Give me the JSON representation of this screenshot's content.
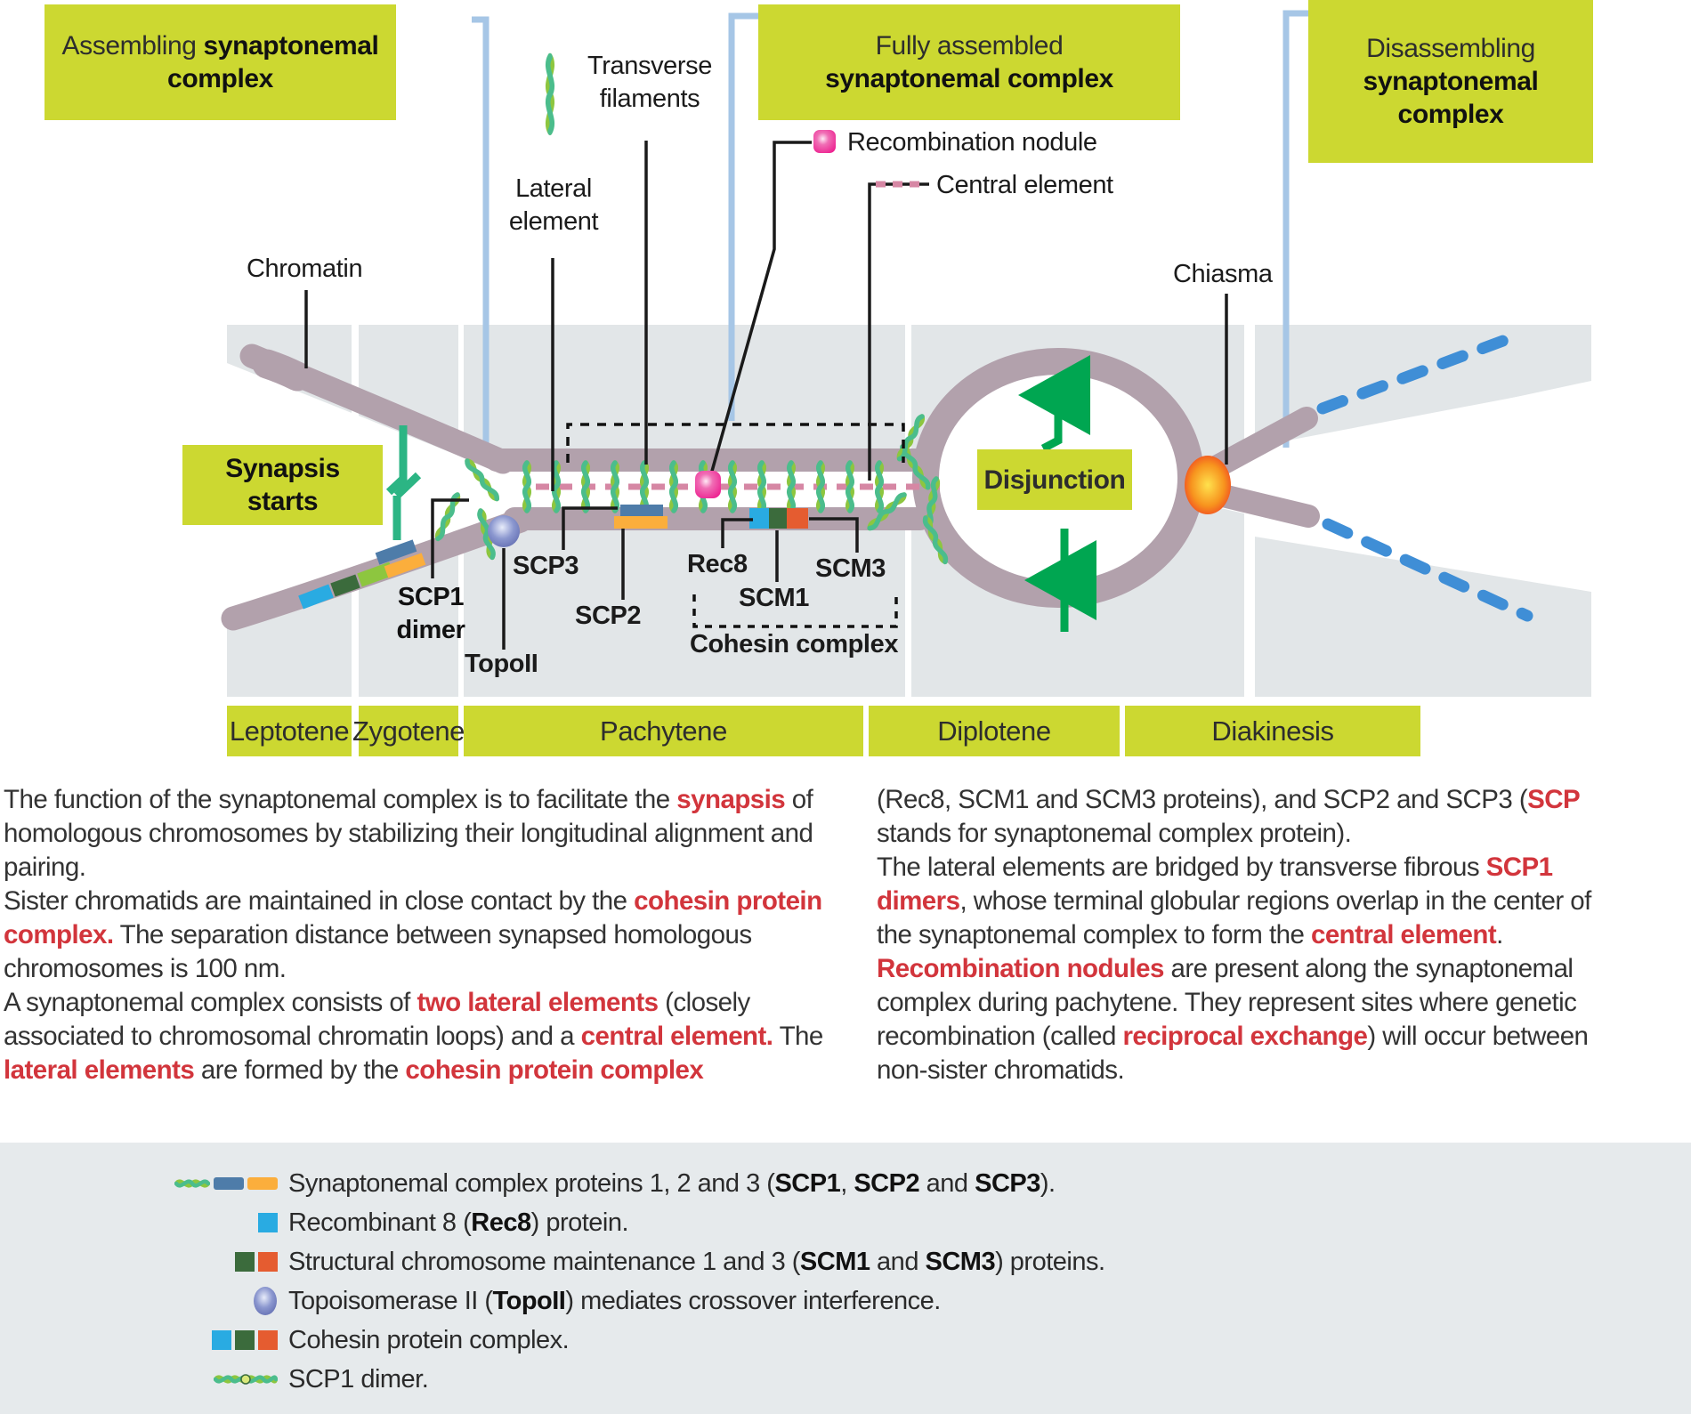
{
  "header_boxes": {
    "assembling": {
      "segments": [
        {
          "t": "Assembling "
        },
        {
          "t": "synaptonemal",
          "bold": true
        },
        {
          "br": true
        },
        {
          "t": "complex",
          "bold": true
        }
      ]
    },
    "fully_assembled": {
      "segments": [
        {
          "t": "Fully assembled"
        },
        {
          "br": true
        },
        {
          "t": "synaptonemal complex",
          "bold": true
        }
      ]
    },
    "disassembling": {
      "segments": [
        {
          "t": "Disassembling"
        },
        {
          "br": true
        },
        {
          "t": "synaptonemal",
          "bold": true
        },
        {
          "br": true
        },
        {
          "t": "complex",
          "bold": true
        }
      ]
    }
  },
  "diagram_labels": {
    "chromatin": "Chromatin",
    "transverse_filaments": {
      "segments": [
        {
          "t": "Transverse"
        },
        {
          "br": true
        },
        {
          "t": "filaments"
        }
      ]
    },
    "lateral_element": {
      "segments": [
        {
          "t": "Lateral"
        },
        {
          "br": true
        },
        {
          "t": "element"
        }
      ]
    },
    "recombination_nodule": "Recombination nodule",
    "central_element": "Central element",
    "chiasma": "Chiasma",
    "synapsis_starts": {
      "segments": [
        {
          "t": "Synapsis",
          "bold": true
        },
        {
          "br": true
        },
        {
          "t": "starts",
          "bold": true
        }
      ]
    },
    "disjunction": "Disjunction",
    "scp1_dimer": {
      "segments": [
        {
          "t": "SCP1",
          "bold": true
        },
        {
          "br": true
        },
        {
          "t": "dimer",
          "bold": true
        }
      ]
    },
    "topoii": "TopoII",
    "scp3": "SCP3",
    "scp2": "SCP2",
    "rec8": "Rec8",
    "scm1": "SCM1",
    "scm3": "SCM3",
    "cohesin_complex": "Cohesin complex"
  },
  "stages": [
    {
      "label": "Leptotene"
    },
    {
      "label": "Zygotene"
    },
    {
      "label": "Pachytene"
    },
    {
      "label": "Diplotene"
    },
    {
      "label": "Diakinesis"
    }
  ],
  "body": {
    "left": [
      [
        {
          "t": "The function of the synaptonemal complex is to facilitate the "
        },
        {
          "t": "synapsis",
          "red": true
        },
        {
          "t": " of homologous chromosomes by stabilizing their longitudinal alignment and pairing."
        }
      ],
      [
        {
          "t": "  Sister chromatids are maintained in close contact by the "
        },
        {
          "t": "cohesin protein complex.",
          "red": true
        },
        {
          "t": " The separation distance between synapsed homologous chromosomes is 100 nm."
        }
      ],
      [
        {
          "t": "  A synaptonemal complex consists of "
        },
        {
          "t": "two lateral elements",
          "red": true
        },
        {
          "t": " (closely associated to chromosomal chromatin loops) and a "
        },
        {
          "t": "central element.",
          "red": true
        },
        {
          "t": " The "
        },
        {
          "t": "lateral elements",
          "red": true
        },
        {
          "t": " are formed by the "
        },
        {
          "t": "cohesin protein complex",
          "red": true
        }
      ]
    ],
    "right": [
      [
        {
          "t": "(Rec8, SCM1 and SCM3 proteins), and SCP2 and SCP3 ("
        },
        {
          "t": "SCP",
          "red": true
        },
        {
          "t": " stands for synaptonemal complex protein)."
        }
      ],
      [
        {
          "t": "  The lateral elements are bridged by transverse fibrous "
        },
        {
          "t": "SCP1 dimers",
          "red": true
        },
        {
          "t": ", whose terminal globular regions overlap in the center of the synaptonemal complex to form the "
        },
        {
          "t": "central element",
          "red": true
        },
        {
          "t": "."
        }
      ],
      [
        {
          "t": "  "
        },
        {
          "t": "Recombination nodules",
          "red": true
        },
        {
          "t": " are present along the synaptonemal complex during pachytene. They represent sites where genetic recombination (called "
        },
        {
          "t": "reciprocal exchange",
          "red": true
        },
        {
          "t": ") will occur between non-sister chromatids."
        }
      ]
    ]
  },
  "legend": {
    "rows": [
      {
        "icon": "scp-proteins-icon",
        "segments": [
          {
            "t": "Synaptonemal complex proteins 1, 2 and 3 ("
          },
          {
            "t": "SCP1",
            "bold": true
          },
          {
            "t": ", "
          },
          {
            "t": "SCP2",
            "bold": true
          },
          {
            "t": " and "
          },
          {
            "t": "SCP3",
            "bold": true
          },
          {
            "t": ")."
          }
        ]
      },
      {
        "icon": "rec8-icon",
        "segments": [
          {
            "t": "Recombinant 8 ("
          },
          {
            "t": "Rec8",
            "bold": true
          },
          {
            "t": ") protein."
          }
        ]
      },
      {
        "icon": "scm-icon",
        "segments": [
          {
            "t": "Structural chromosome maintenance 1 and 3 ("
          },
          {
            "t": "SCM1",
            "bold": true
          },
          {
            "t": " and "
          },
          {
            "t": "SCM3",
            "bold": true
          },
          {
            "t": ") proteins."
          }
        ]
      },
      {
        "icon": "topoii-icon",
        "segments": [
          {
            "t": "Topoisomerase II ("
          },
          {
            "t": "TopoII",
            "bold": true
          },
          {
            "t": ") mediates crossover interference."
          }
        ]
      },
      {
        "icon": "cohesin-icon",
        "segments": [
          {
            "t": "Cohesin protein complex."
          }
        ]
      },
      {
        "icon": "scp1-dimer-icon",
        "segments": [
          {
            "t": "SCP1 dimer."
          }
        ]
      }
    ]
  },
  "colors": {
    "stage_yellow": "#ccd831",
    "panel_gray": "#e2e6e8",
    "legend_gray": "#e6eaec",
    "chromosome_mauve": "#b2a1ac",
    "central_element_pink": "#d687a4",
    "recombination_nodule_magenta": "#ed1a8d",
    "rec8_cyan": "#29abe2",
    "scm1_green": "#3b6b3c",
    "scm3_orange": "#e55c30",
    "scp3_steel_blue": "#4e7ca9",
    "scp2_gold": "#fbae3c",
    "filament_green": "#8dc63f",
    "filament_teal": "#4bbd8c",
    "connector_blue": "#a6c6e6",
    "diakinesis_dash_blue": "#3f8ed6",
    "arrow_green": "#00a651",
    "red_text": "#d2353c"
  }
}
